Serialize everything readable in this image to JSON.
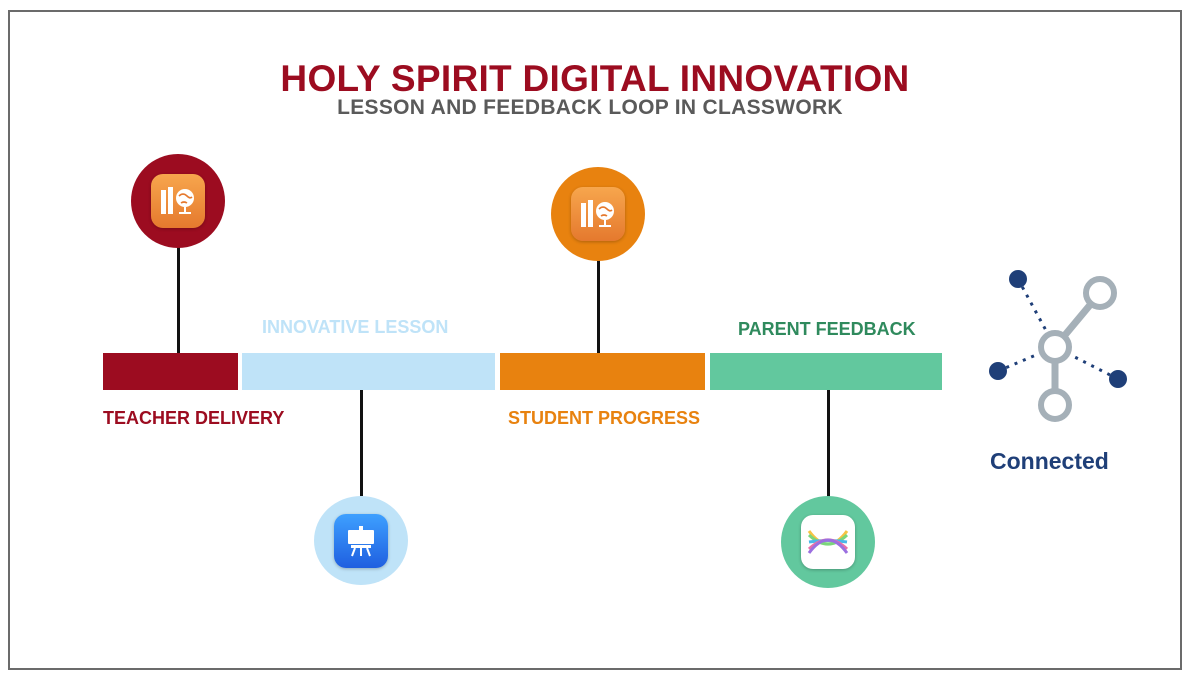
{
  "header": {
    "title": "HOLY SPIRIT DIGITAL INNOVATION",
    "subtitle": "LESSON AND FEEDBACK LOOP IN CLASSWORK"
  },
  "stages": [
    {
      "label": "TEACHER DELIVERY",
      "color": "#9c0c20",
      "icon": "schoolwork-app-icon"
    },
    {
      "label": "INNOVATIVE LESSON",
      "color": "#bfe3f8",
      "icon": "keynote-app-icon"
    },
    {
      "label": "STUDENT PROGRESS",
      "color": "#e8820f",
      "icon": "schoolwork-app-icon"
    },
    {
      "label": "PARENT FEEDBACK",
      "color": "#62c89e",
      "icon": "seesaw-app-icon"
    }
  ],
  "connected": {
    "label": "Connected",
    "color": "#1f3f78",
    "icon": "network-nodes-icon"
  },
  "colors": {
    "title": "#9c0c20",
    "subtitle": "#5a5a5a",
    "lesson_text": "#bfe3f8",
    "feedback_text": "#2f8a5d"
  }
}
